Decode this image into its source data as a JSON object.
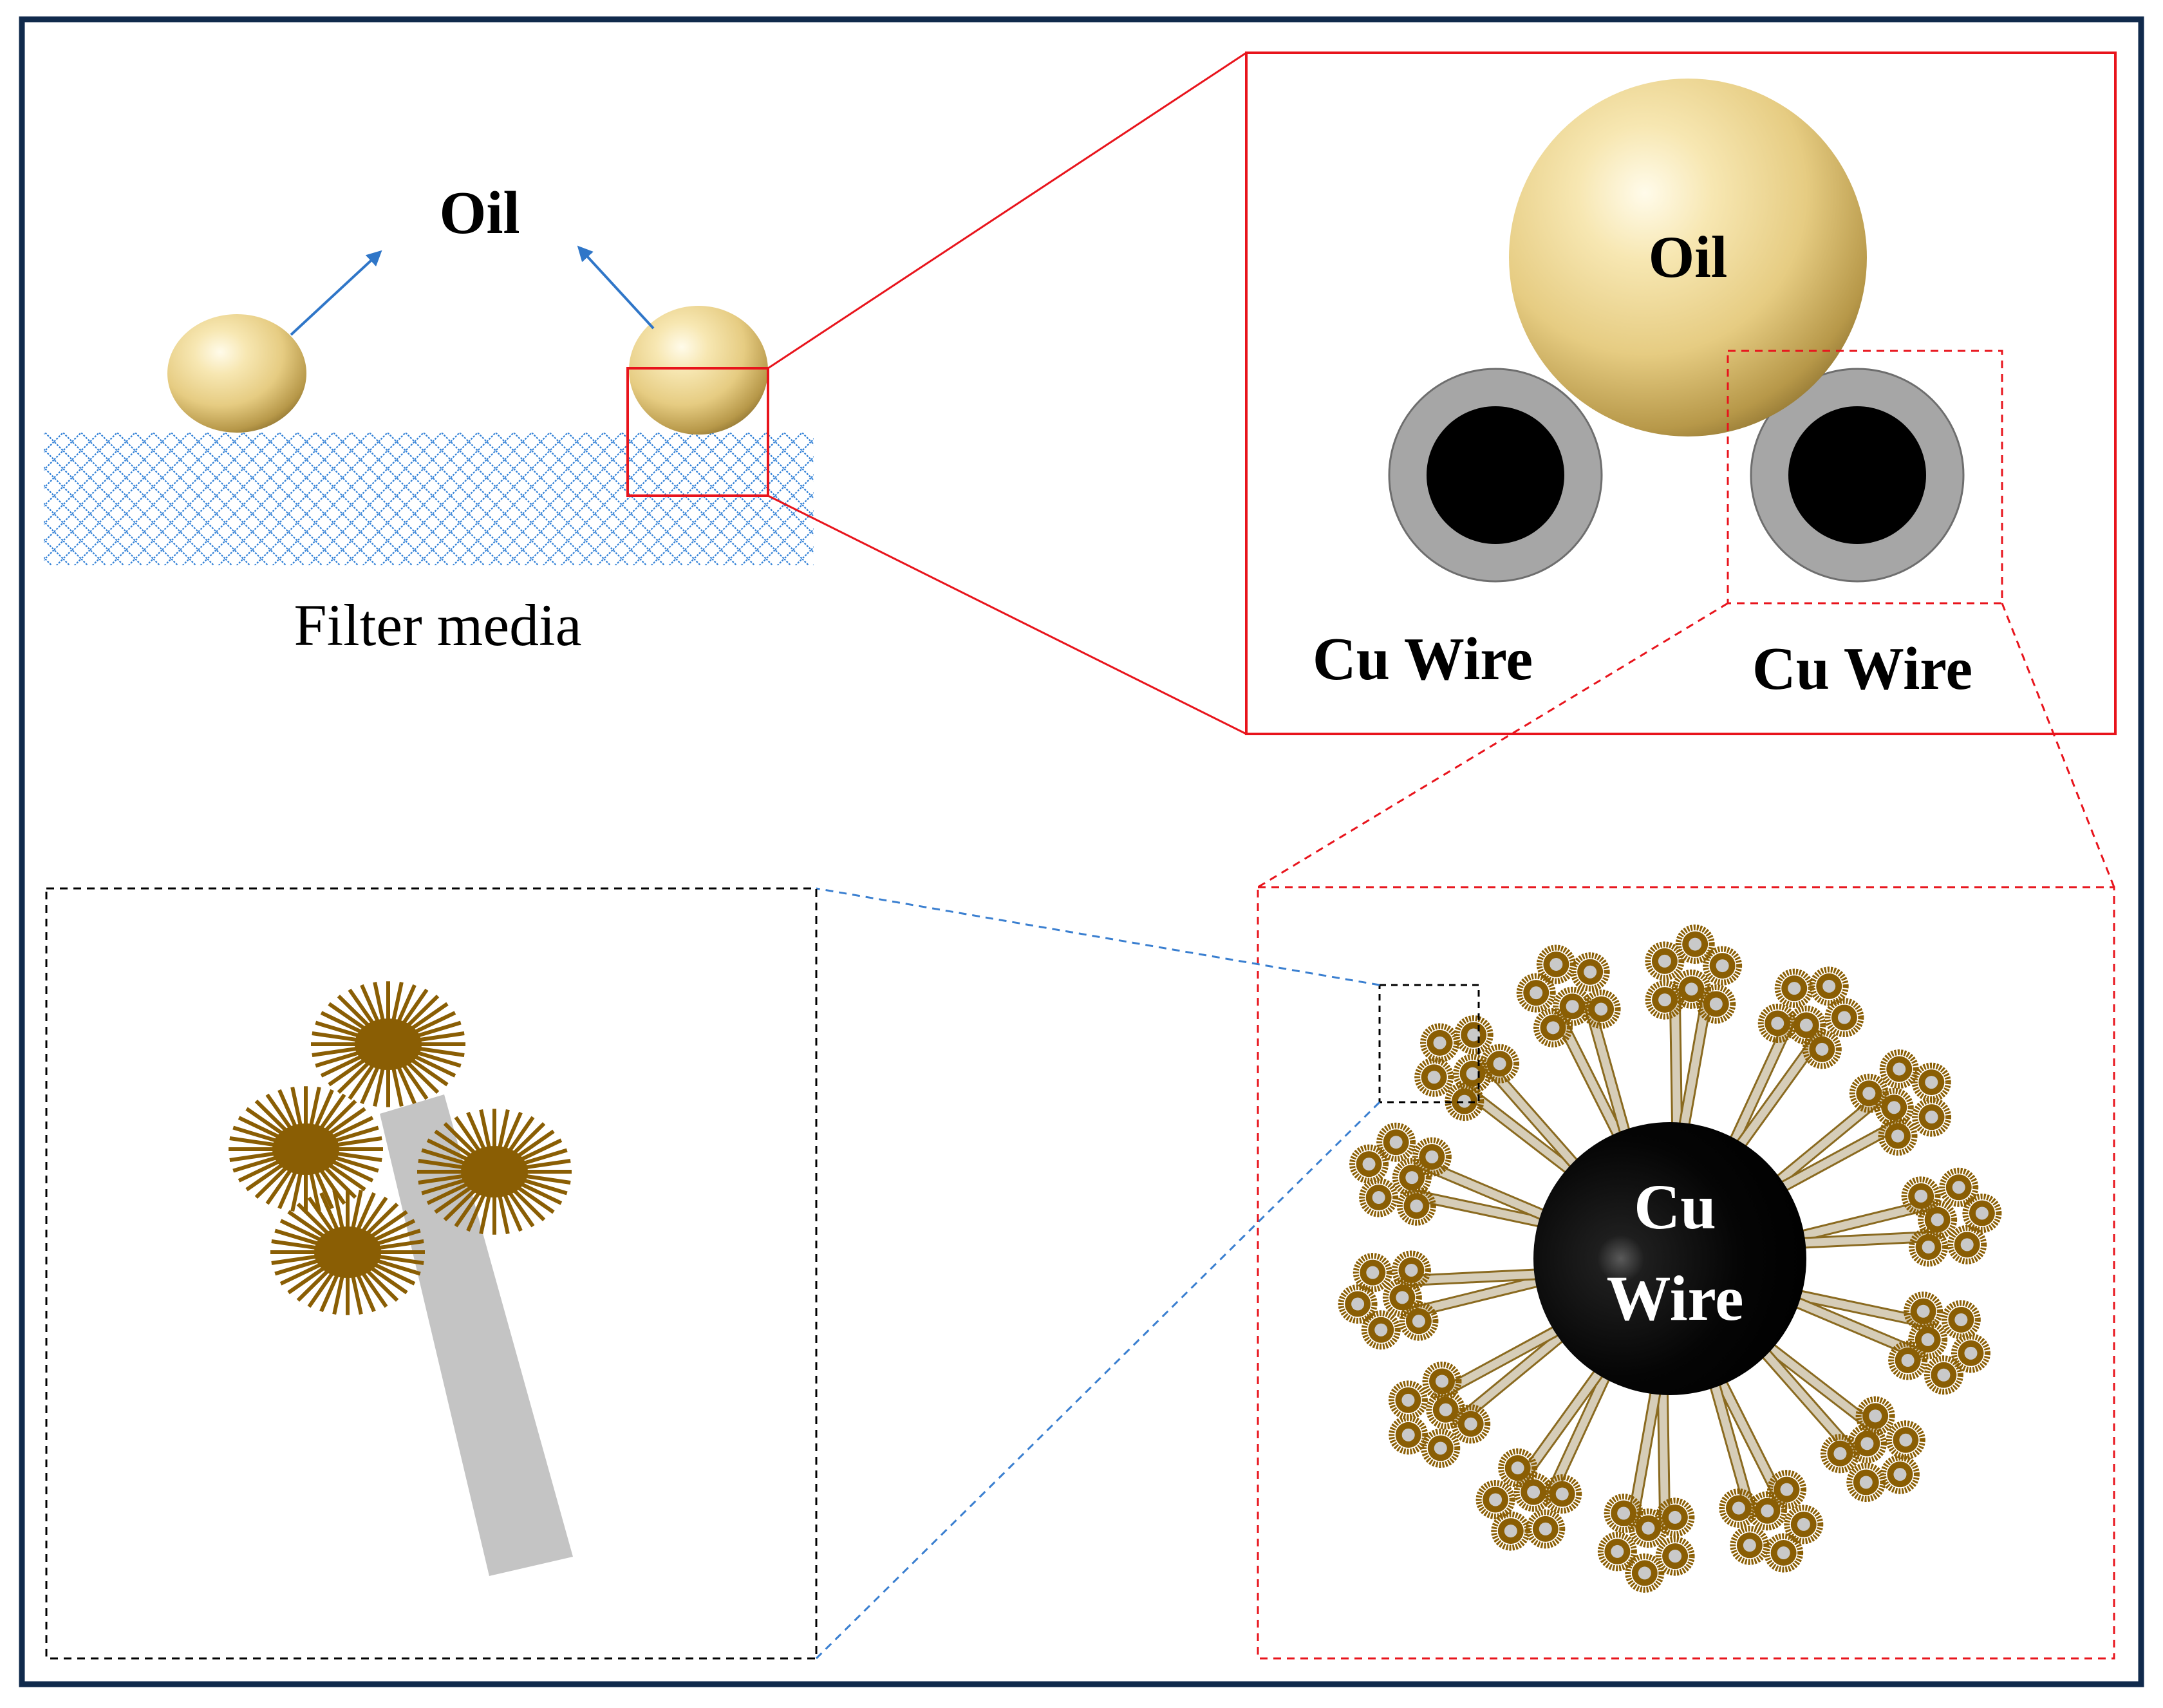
{
  "diagram": {
    "labels": {
      "oil_top": "Oil",
      "filter_media": "Filter media",
      "oil_zoom": "Oil",
      "cu_wire_left": "Cu Wire",
      "cu_wire_right": "Cu Wire",
      "core_line1": "Cu",
      "core_line2": "Wire"
    },
    "colors": {
      "frame": "#102a4c",
      "zoom_red": "#e8141c",
      "mesh_blue": "#2f7fd6",
      "arrow_blue": "#2f76c8",
      "link_blue": "#3a7fd0",
      "oil_gold": "#e9cf86",
      "wire_gray": "#a6a6a6",
      "wire_core": "#000000",
      "nano_brown": "#8a5e04",
      "stem_gray": "#c4c4c4",
      "stem_tan": "#d6cdb8"
    },
    "icons": [
      "oil-droplet-icon",
      "filter-mesh-icon",
      "cu-wire-icon",
      "nanostructure-icon",
      "arrow-icon"
    ]
  }
}
